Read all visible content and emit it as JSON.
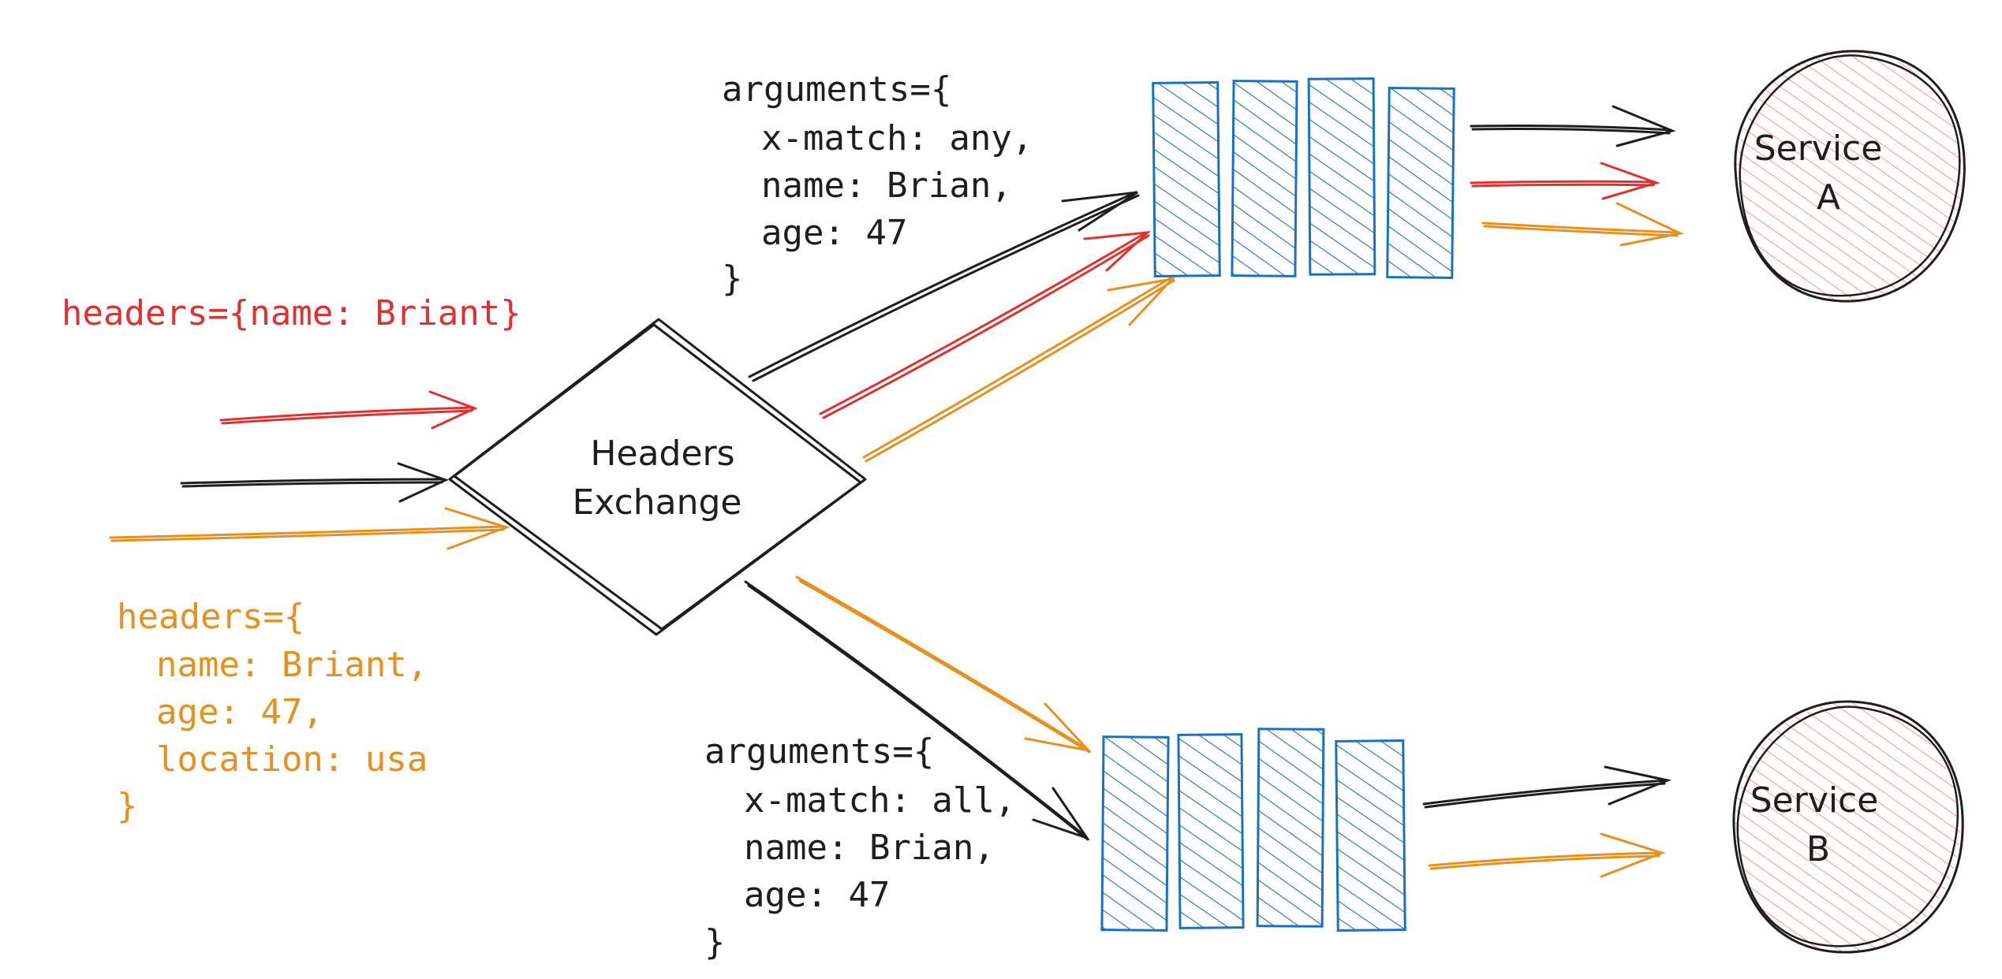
{
  "colors": {
    "black": "#1e1e1e",
    "red": "#e03131",
    "orange": "#e8901e",
    "blue": "#1971c2",
    "service_fill": "#ff8787",
    "background": "#ffffff"
  },
  "messages": {
    "red_headers": "headers={name: Briant}",
    "orange_headers": {
      "open": "headers={",
      "lines": [
        "name: Briant,",
        "age: 47,",
        "location: usa"
      ],
      "close": "}"
    }
  },
  "exchange": {
    "line1": "Headers",
    "line2": "Exchange"
  },
  "bindings": {
    "top": {
      "open": "arguments={",
      "lines": [
        "x-match: any,",
        "name: Brian,",
        "age: 47"
      ],
      "close": "}"
    },
    "bottom": {
      "open": "arguments={",
      "lines": [
        "x-match: all,",
        "name: Brian,",
        "age: 47"
      ],
      "close": "}"
    }
  },
  "services": {
    "a": {
      "line1": "Service",
      "line2": "A"
    },
    "b": {
      "line1": "Service",
      "line2": "B"
    }
  }
}
